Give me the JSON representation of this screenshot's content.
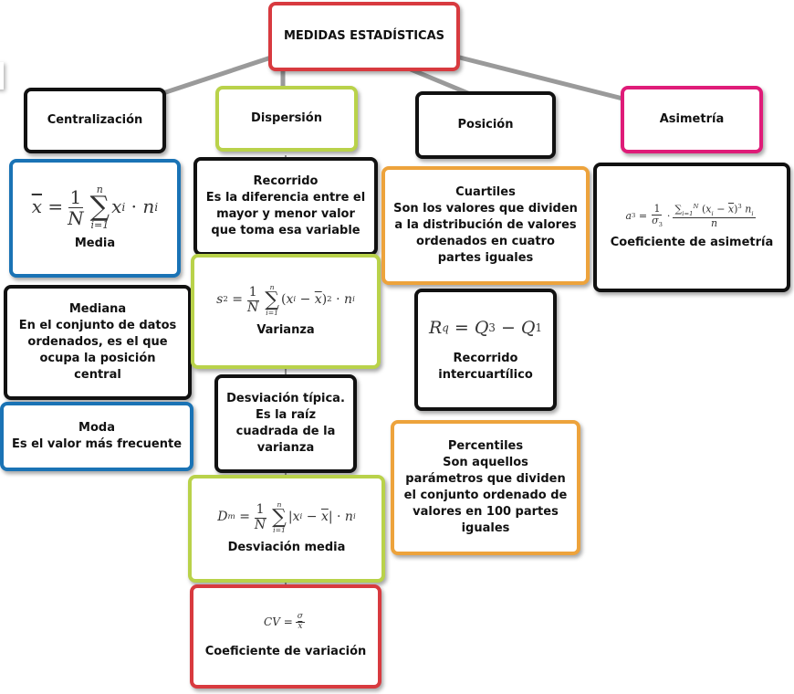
{
  "root": {
    "title": "MEDIDAS ESTADÍSTICAS"
  },
  "categories": {
    "centralizacion": "Centralización",
    "dispersion": "Dispersión",
    "posicion": "Posición",
    "asimetria": "Asimetría"
  },
  "centralizacion": {
    "media": {
      "label": "Media"
    },
    "mediana": {
      "title": "Mediana",
      "line1": "En el conjunto de datos",
      "line2": "ordenados, es el que",
      "line3": "ocupa la posición",
      "line4": "central"
    },
    "moda": {
      "title": "Moda",
      "text": "Es el valor más frecuente"
    }
  },
  "dispersion": {
    "recorrido": {
      "title": "Recorrido",
      "line1": "Es la diferencia entre el",
      "line2": "mayor y menor valor",
      "line3": "que toma esa variable"
    },
    "varianza": {
      "label": "Varianza"
    },
    "desviacion_tipica": {
      "line1": "Desviación típica.",
      "line2": "Es la raíz",
      "line3": "cuadrada de la",
      "line4": "varianza"
    },
    "desviacion_media": {
      "label": "Desviación media"
    },
    "coef_variacion": {
      "label": "Coeficiente de variación"
    }
  },
  "posicion": {
    "cuartiles": {
      "title": "Cuartiles",
      "line1": "Son los valores que dividen",
      "line2": "a la distribución de valores",
      "line3": "ordenados en cuatro",
      "line4": "partes iguales"
    },
    "intercuartilico": {
      "line1": "Recorrido",
      "line2": "intercuartílico"
    },
    "percentiles": {
      "title": "Percentiles",
      "line1": "Son aquellos",
      "line2": "parámetros que dividen",
      "line3": "el conjunto ordenado de",
      "line4": "valores en 100 partes",
      "line5": "iguales"
    }
  },
  "asimetria": {
    "coeficiente": {
      "label": "Coeficiente de asimetría"
    }
  },
  "colors": {
    "black": "#111111",
    "red": "#d83a3f",
    "green": "#b9d24a",
    "magenta": "#df1b78",
    "blue": "#1a73b5",
    "orange": "#eda33c",
    "connector": "#9a9a9a"
  }
}
